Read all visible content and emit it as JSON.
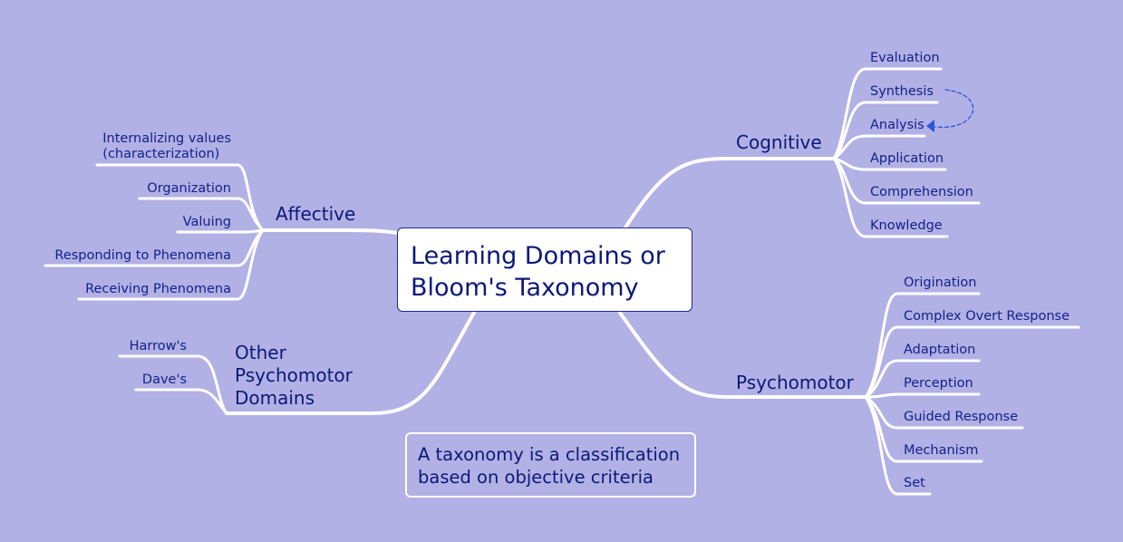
{
  "central_topic": {
    "line1": "Learning Domains or",
    "line2": "Bloom's Taxonomy"
  },
  "note": {
    "line1": "A taxonomy is a classification",
    "line2": "based on objective criteria"
  },
  "colors": {
    "background": "#b1b1e5",
    "connector": "#ffffff",
    "text": "#14208a",
    "relationship_arrow": "#2a56d8"
  },
  "branches": {
    "cognitive": {
      "label": "Cognitive",
      "subtopics": [
        "Evaluation",
        "Synthesis",
        "Analysis",
        "Application",
        "Comprehension",
        "Knowledge"
      ]
    },
    "psychomotor": {
      "label": "Psychomotor",
      "subtopics": [
        "Origination",
        "Complex Overt Response",
        "Adaptation",
        "Perception",
        "Guided Response",
        "Mechanism",
        "Set"
      ]
    },
    "affective": {
      "label": "Affective",
      "subtopics": [
        "Internalizing values (characterization)",
        "Organization",
        "Valuing",
        "Responding to Phenomena",
        "Receiving Phenomena"
      ],
      "first_lines": [
        "Internalizing values",
        "(characterization)"
      ]
    },
    "other": {
      "label_lines": [
        "Other",
        "Psychomotor",
        "Domains"
      ],
      "subtopics": [
        "Harrow's",
        "Dave's"
      ]
    }
  },
  "relationships": [
    {
      "from": "Synthesis",
      "to": "Analysis",
      "style": "dashed-arrow"
    }
  ]
}
